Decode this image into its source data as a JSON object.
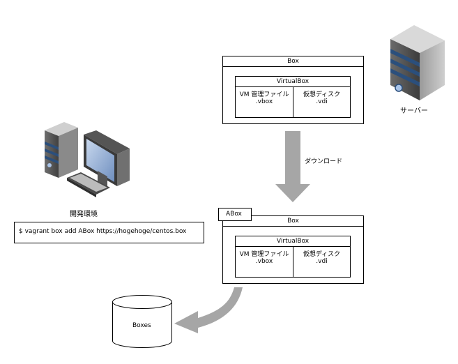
{
  "top_box": {
    "title": "Box",
    "inner_title": "VirtualBox",
    "vm_file_line1": "VM 管理ファイル",
    "vm_file_line2": ".vbox",
    "disk_line1": "仮想ディスク",
    "disk_line2": ".vdi"
  },
  "bottom_box": {
    "tag": "ABox",
    "title": "Box",
    "inner_title": "VirtualBox",
    "vm_file_line1": "VM 管理ファイル",
    "vm_file_line2": ".vbox",
    "disk_line1": "仮想ディスク",
    "disk_line2": ".vdi"
  },
  "server": {
    "label": "サーバー"
  },
  "download": {
    "label": "ダウンロード"
  },
  "dev_env": {
    "label": "開発環境"
  },
  "command": {
    "text": "$ vagrant box add ABox https://hogehoge/centos.box"
  },
  "boxes": {
    "label": "Boxes"
  },
  "colors": {
    "arrow": "#a6a6a6",
    "server_body": "#4d4d4d",
    "server_stripe": "#2b4f7c",
    "screen": "#1e3a5f"
  }
}
